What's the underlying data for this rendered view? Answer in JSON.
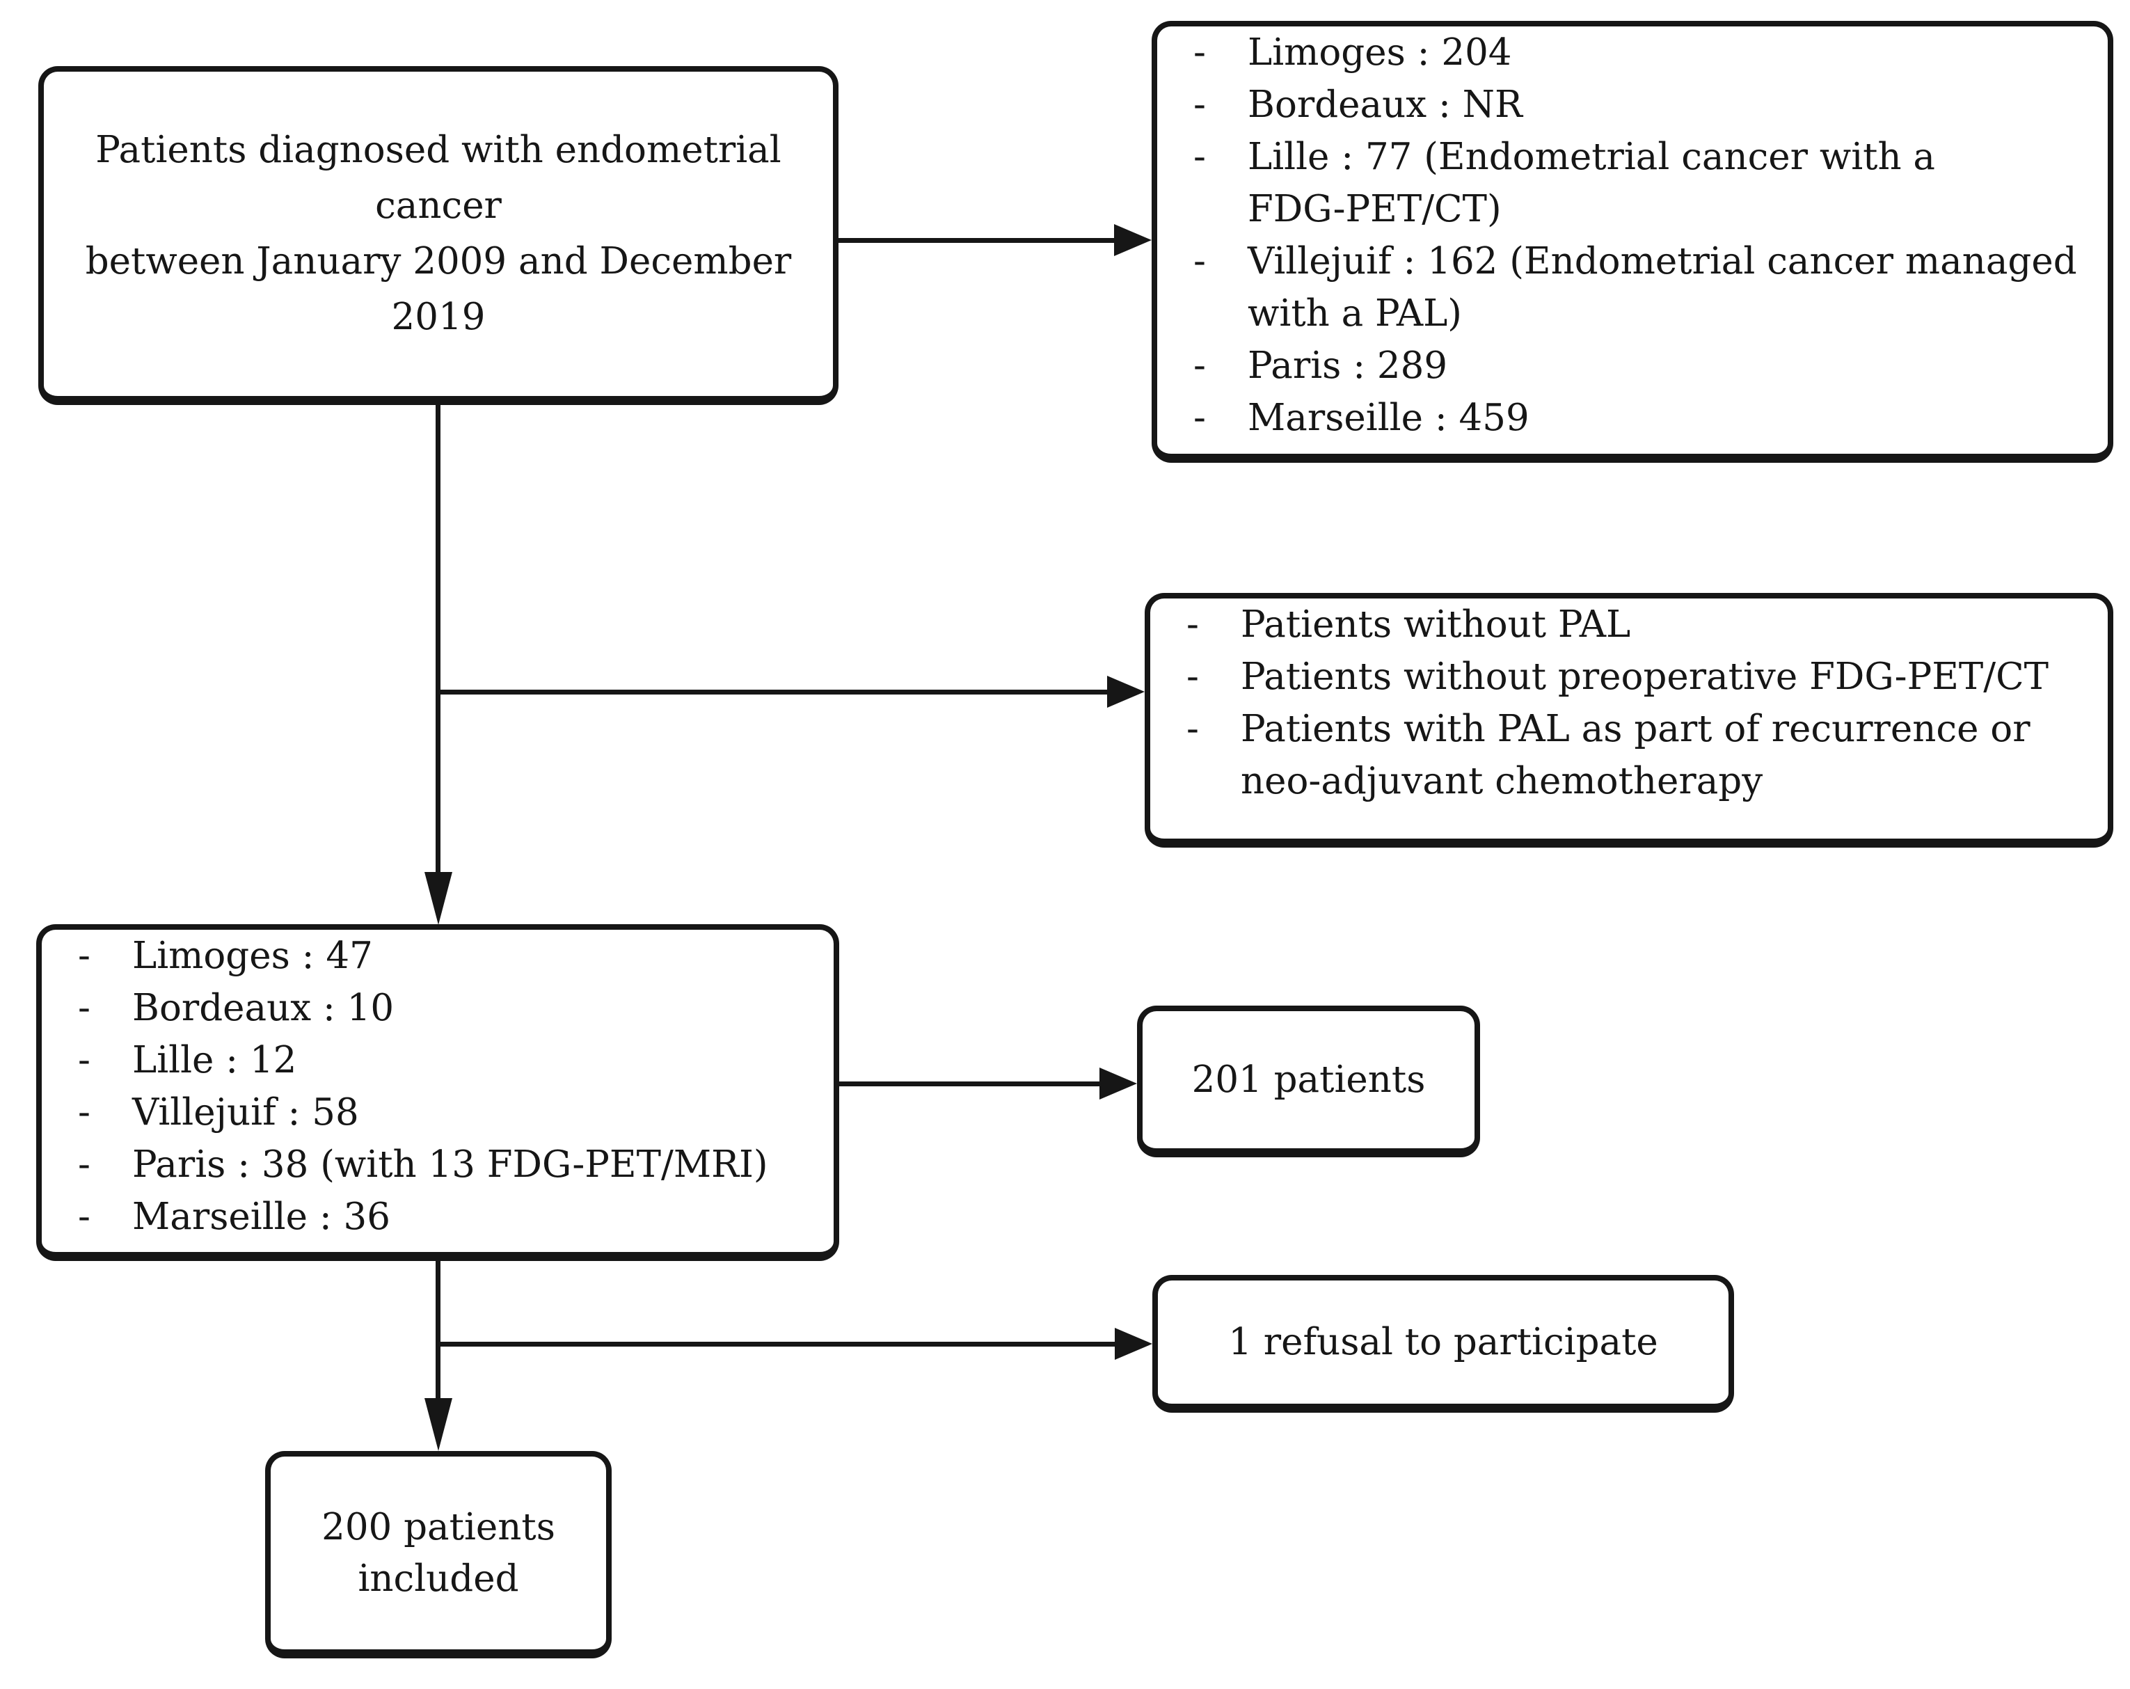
{
  "bullet": "-",
  "colors": {
    "ink": "#161616",
    "background": "#ffffff"
  },
  "source": {
    "text": "Patients diagnosed with endometrial cancer\nbetween January 2009 and December 2019"
  },
  "screened": {
    "items": [
      "Limoges : 204",
      "Bordeaux : NR",
      "Lille : 77 (Endometrial cancer with a\nFDG-PET/CT)",
      "Villejuif : 162 (Endometrial cancer managed\nwith a PAL)",
      "Paris : 289",
      "Marseille : 459"
    ]
  },
  "excluded": {
    "items": [
      "Patients without PAL",
      "Patients without preoperative FDG-PET/CT",
      "Patients with PAL as part of recurrence or\nneo-adjuvant chemotherapy"
    ]
  },
  "eligible": {
    "items": [
      "Limoges : 47",
      "Bordeaux : 10",
      "Lille : 12",
      "Villejuif : 58",
      "Paris : 38 (with 13 FDG-PET/MRI)",
      "Marseille : 36"
    ]
  },
  "p201": {
    "text": "201 patients"
  },
  "refusal": {
    "text": "1 refusal to participate"
  },
  "included": {
    "text": "200 patients\nincluded"
  }
}
